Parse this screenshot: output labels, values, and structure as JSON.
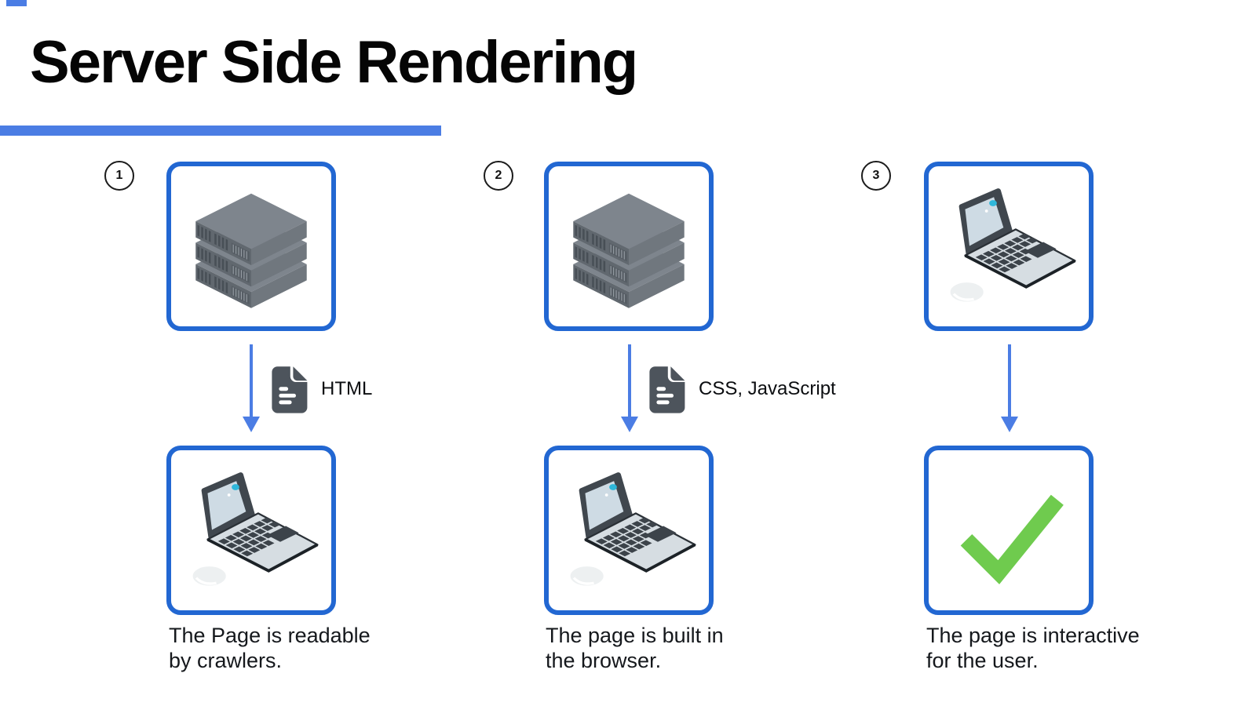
{
  "title": "Server Side Rendering",
  "colors": {
    "title_underline": "#4b7de4",
    "box_border": "#2267d2",
    "arrow": "#4b7de4",
    "check_green": "#6fcb4e",
    "file_icon_gray": "#4d545c",
    "server_gray": "#7e858d"
  },
  "steps": [
    {
      "number": "1",
      "top_icon": "server-icon",
      "artifact_icon": "file-icon",
      "artifact_label": "HTML",
      "bottom_icon": "laptop-icon",
      "caption_line1": "The Page is readable",
      "caption_line2": "by crawlers."
    },
    {
      "number": "2",
      "top_icon": "server-icon",
      "artifact_icon": "file-icon",
      "artifact_label": "CSS, JavaScript",
      "bottom_icon": "laptop-icon",
      "caption_line1": "The page is built in",
      "caption_line2": "the browser."
    },
    {
      "number": "3",
      "top_icon": "laptop-icon",
      "artifact_icon": "",
      "artifact_label": "",
      "bottom_icon": "check-icon",
      "caption_line1": "The page is interactive",
      "caption_line2": "for the user."
    }
  ]
}
